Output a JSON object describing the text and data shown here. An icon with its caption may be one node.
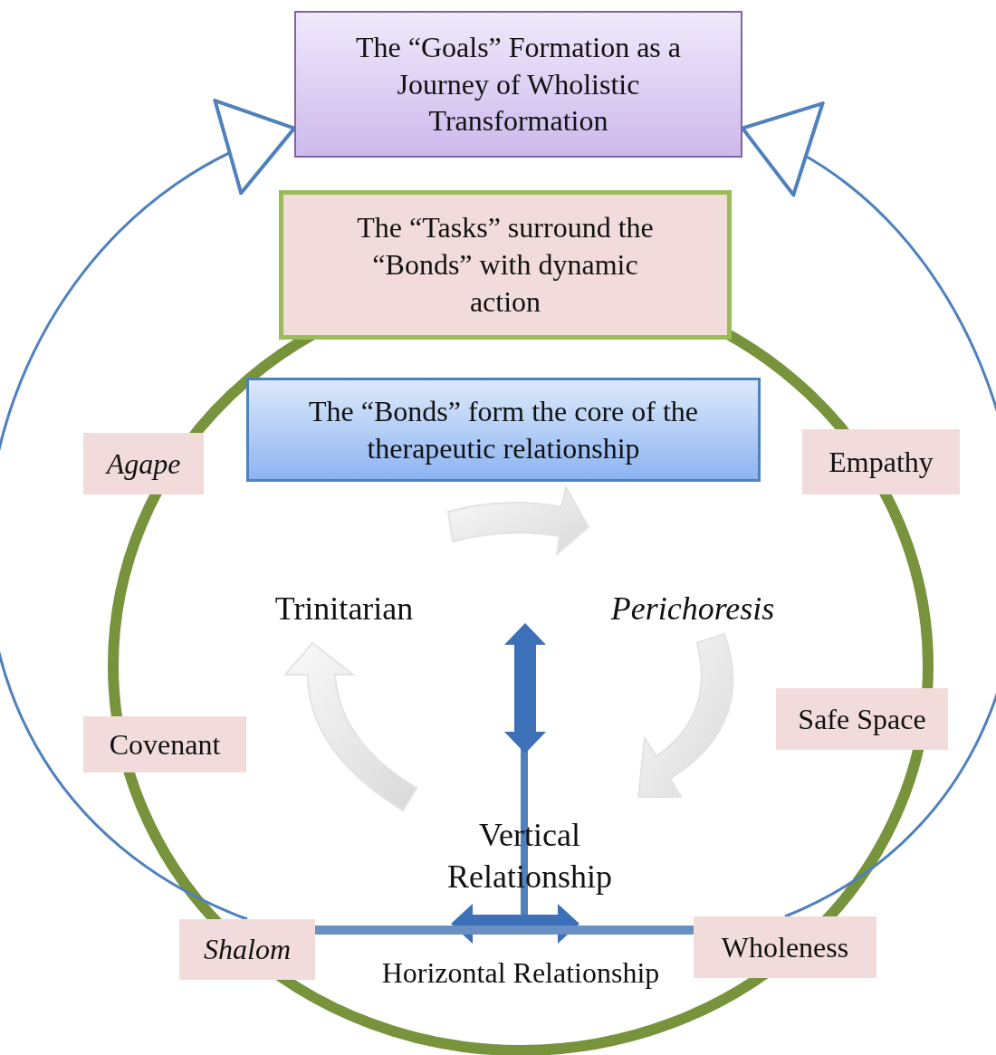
{
  "diagram": {
    "nodes": [
      {
        "text": [
          "The “Goals” Formation as a Journey of Wholistic Transformation"
        ]
      },
      {
        "text": [
          "The “Tasks” surround the “Bonds” with dynamic action"
        ]
      },
      {
        "text": [
          "The “Bonds” form the core of the therapeutic relationship"
        ]
      },
      {
        "text": [
          "*Agape*"
        ]
      },
      {
        "text": [
          "Empathy"
        ]
      },
      {
        "text": [
          "Covenant"
        ]
      },
      {
        "text": [
          "Safe Space"
        ]
      },
      {
        "text": [
          "*Shalom*"
        ]
      },
      {
        "text": [
          "Wholeness"
        ]
      },
      {
        "text": [
          "Trinitarian"
        ]
      },
      {
        "text": [
          "*Perichoresis*"
        ]
      },
      {
        "text": [
          "Vertical Relationship"
        ]
      },
      {
        "text": [
          "Horizontal Relationship"
        ]
      }
    ],
    "edges": [
      {
        "from": 7,
        "to": 0,
        "arrow": "to"
      },
      {
        "from": 8,
        "to": 0,
        "arrow": "to"
      },
      {
        "from": 7,
        "to": 8,
        "arrow": "none",
        "style": "thick"
      }
    ]
  }
}
